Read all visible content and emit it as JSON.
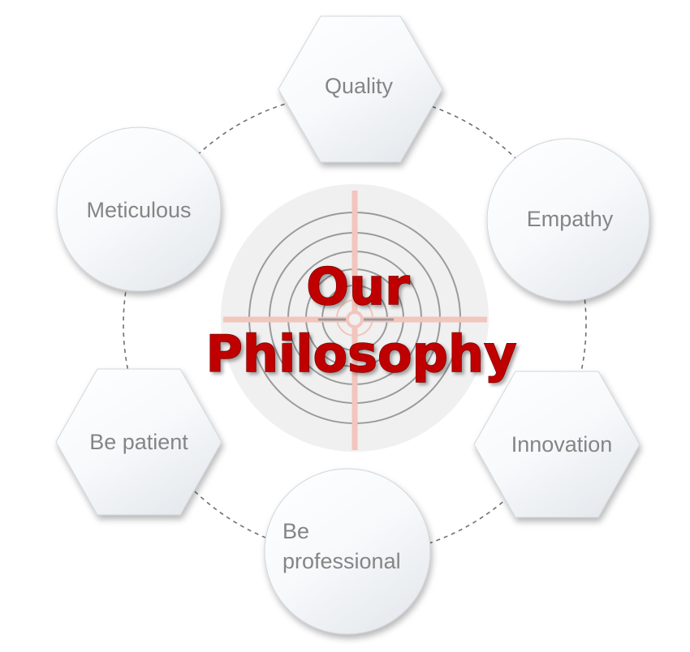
{
  "diagram": {
    "title": {
      "line1": "Our",
      "line2": "Philosophy"
    },
    "nodes": [
      {
        "label": "Quality",
        "shape": "hexagon"
      },
      {
        "label": "Empathy",
        "shape": "circle"
      },
      {
        "label": "Innovation",
        "shape": "hexagon"
      },
      {
        "label": "Be professional",
        "line1": "Be",
        "line2": "professional",
        "shape": "circle"
      },
      {
        "label": "Be patient",
        "shape": "hexagon"
      },
      {
        "label": "Meticulous",
        "shape": "circle"
      }
    ]
  },
  "colors": {
    "title": "#c00000",
    "node_text": "#858585",
    "node_fill": "#f4f6f8",
    "target_rings": "#9a9a9a",
    "crosshair": "#f2c5bd",
    "background_disc": "#f0f0f0",
    "connector": "#6f6f6f"
  }
}
